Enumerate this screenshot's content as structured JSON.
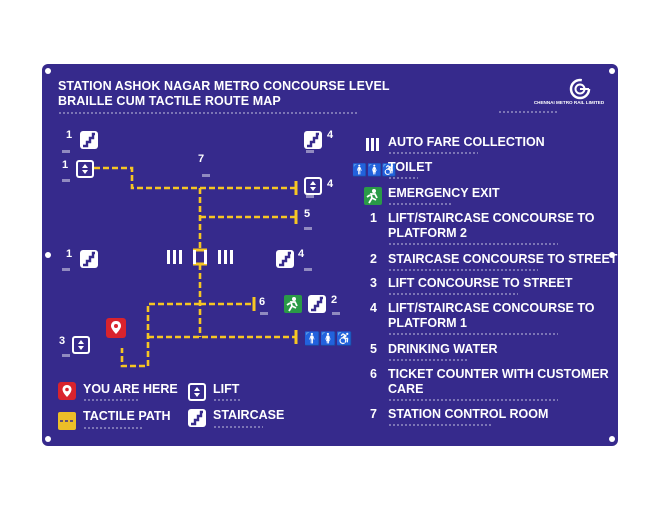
{
  "sign": {
    "title_line1": "STATION ASHOK NAGAR METRO CONCOURSE LEVEL",
    "title_line2": "BRAILLE CUM TACTILE ROUTE MAP",
    "operator": "CHENNAI METRO RAIL LIMITED",
    "background_color": "#362a8c",
    "tactile_path_color": "#f6c623"
  },
  "map_labels": {
    "lift_staircase_top_left": "1",
    "lift_top_left": "1",
    "control_room": "7",
    "staircase_top_right": "4",
    "lift_staircase_right": "4",
    "drinking_water": "5",
    "lift_staircase_mid_left": "1",
    "staircase_mid_right": "4",
    "ticket_counter": "6",
    "staircase_street": "2",
    "lift_street": "3"
  },
  "legend_bottom": {
    "you_are_here": "YOU ARE HERE",
    "lift": "LIFT",
    "tactile_path": "TACTILE PATH",
    "staircase": "STAIRCASE"
  },
  "legend_right": {
    "afc": "AUTO FARE COLLECTION",
    "toilet": "TOILET",
    "emergency_exit": "EMERGENCY EXIT",
    "items": [
      {
        "num": "1",
        "line1": "LIFT/STAIRCASE CONCOURSE TO",
        "line2": "PLATFORM 2"
      },
      {
        "num": "2",
        "line1": "STAIRCASE CONCOURSE TO STREET",
        "line2": ""
      },
      {
        "num": "3",
        "line1": "LIFT CONCOURSE TO STREET",
        "line2": ""
      },
      {
        "num": "4",
        "line1": "LIFT/STAIRCASE CONCOURSE TO",
        "line2": "PLATFORM 1"
      },
      {
        "num": "5",
        "line1": "DRINKING WATER",
        "line2": ""
      },
      {
        "num": "6",
        "line1": "TICKET COUNTER WITH CUSTOMER",
        "line2": "CARE"
      },
      {
        "num": "7",
        "line1": "STATION CONTROL ROOM",
        "line2": ""
      }
    ]
  },
  "icons": {
    "toilet_glyphs": "🚹🚺♿"
  }
}
